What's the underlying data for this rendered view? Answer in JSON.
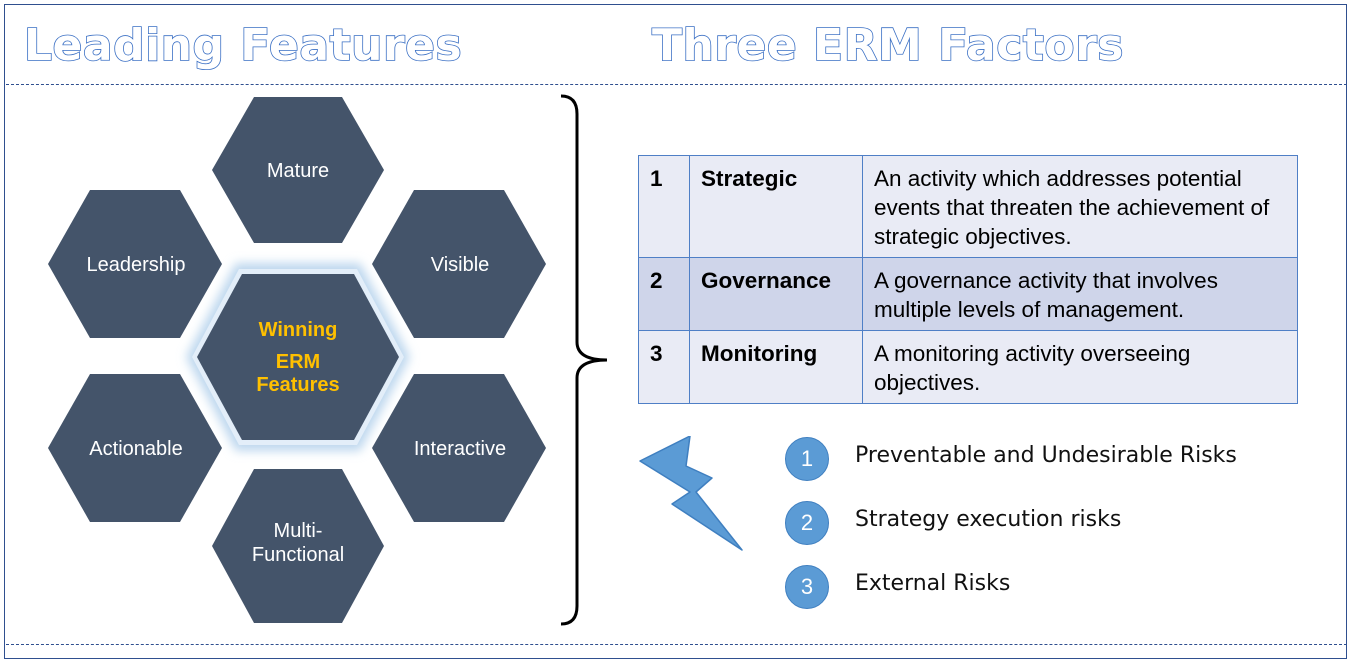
{
  "headers": {
    "left_title": "Leading Features",
    "right_title": "Three ERM Factors"
  },
  "hexagons": {
    "center_line1": "Winning",
    "center_line2": "ERM",
    "center_line3": "Features",
    "top": "Mature",
    "top_right": "Visible",
    "bottom_right": "Interactive",
    "bottom_line1": "Multi-",
    "bottom_line2": "Functional",
    "bottom_left": "Actionable",
    "top_left": "Leadership"
  },
  "factors": [
    {
      "num": "1",
      "name": "Strategic",
      "description": "An activity which addresses potential events that threaten the achievement of strategic objectives."
    },
    {
      "num": "2",
      "name": "Governance",
      "description": "A governance activity that involves multiple levels of management."
    },
    {
      "num": "3",
      "name": "Monitoring",
      "description": "A monitoring activity overseeing objectives."
    }
  ],
  "risks": [
    {
      "num": "1",
      "label": "Preventable and Undesirable Risks"
    },
    {
      "num": "2",
      "label": "Strategy execution risks"
    },
    {
      "num": "3",
      "label": "External Risks"
    }
  ],
  "colors": {
    "hexagon_fill": "#44546a",
    "hexagon_text": "#ffffff",
    "center_text": "#ffc000",
    "center_glow": "#bdd7ee",
    "title_outline": "#3a6fc4",
    "border": "#2f4f8f",
    "table_border": "#4f7fc6",
    "badge_fill": "#5b9bd5",
    "lightning_fill": "#5b9bd5"
  }
}
